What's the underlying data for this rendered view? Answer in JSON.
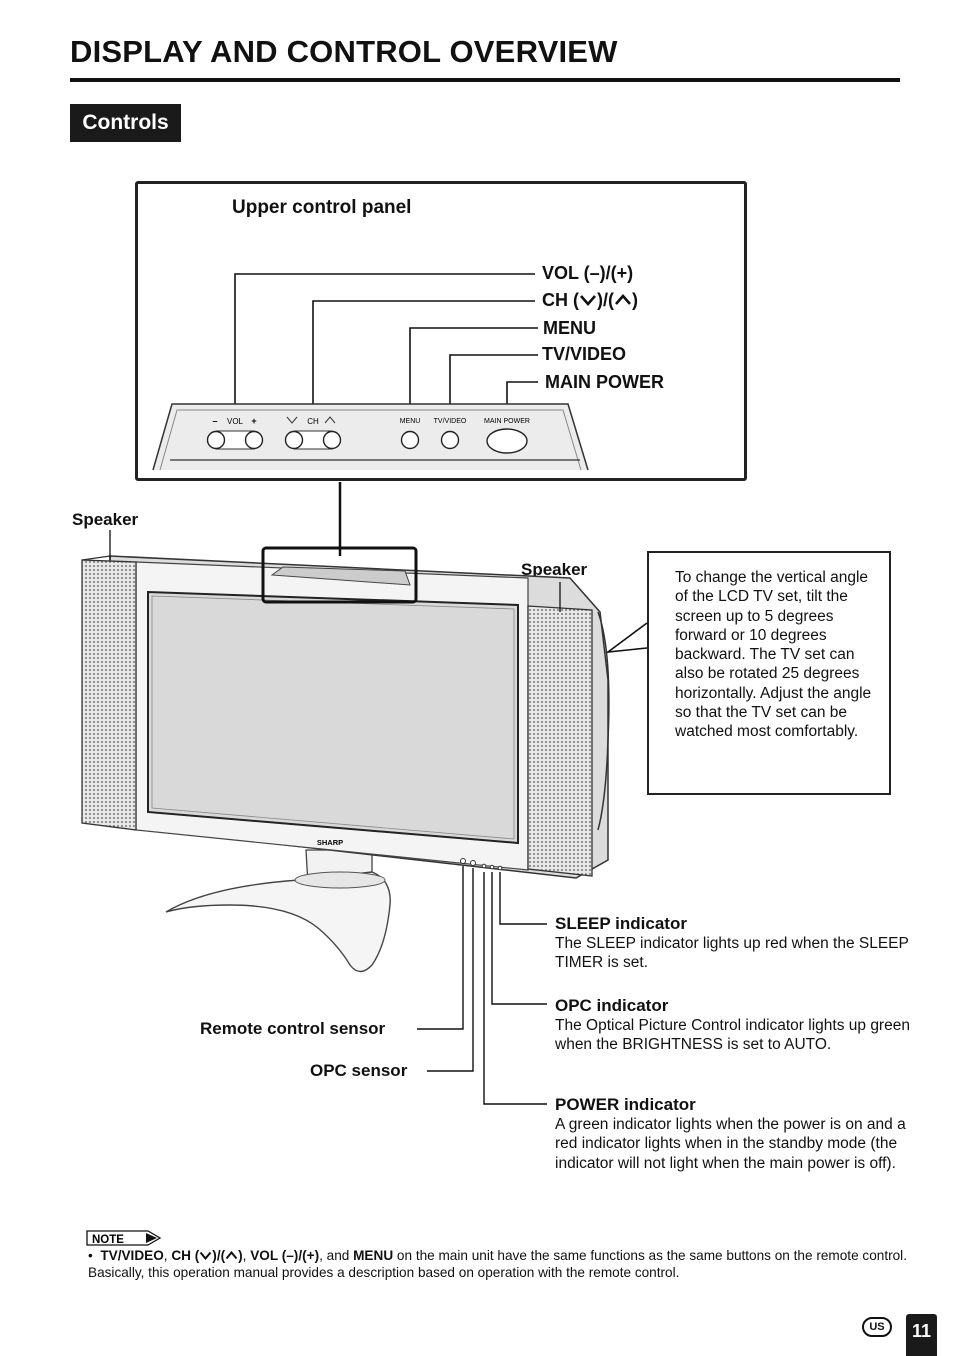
{
  "page": {
    "title": "DISPLAY AND CONTROL OVERVIEW",
    "section": "Controls",
    "page_number": "11",
    "region_badge": "US"
  },
  "upper_panel": {
    "heading": "Upper control panel",
    "labels": {
      "vol": "VOL (–)/(+)",
      "ch": "CH (",
      "ch_sep": ")/(",
      "ch_end": ")",
      "menu": "MENU",
      "tv_video": "TV/VIDEO",
      "main_power": "MAIN POWER"
    },
    "panel_print": {
      "vol": "VOL",
      "ch": "CH",
      "menu": "MENU",
      "tv_video": "TV/VIDEO",
      "main_power": "MAIN POWER",
      "minus": "–",
      "plus": "+"
    }
  },
  "tv": {
    "brand": "SHARP",
    "speaker_left": "Speaker",
    "speaker_right": "Speaker"
  },
  "callout": {
    "text": "To change the vertical angle of the LCD TV set, tilt the screen up to 5 degrees forward or 10 degrees backward. The TV set can also be rotated 25 degrees horizontally. Adjust the angle so that the TV set can be watched most comfortably."
  },
  "indicators": {
    "sleep": {
      "title": "SLEEP indicator",
      "text": "The SLEEP indicator lights up red when the SLEEP TIMER is set."
    },
    "opc": {
      "title": "OPC indicator",
      "text": "The Optical Picture Control indicator lights up green when the BRIGHTNESS is set to AUTO."
    },
    "power": {
      "title": "POWER indicator",
      "text": "A green indicator lights when the power is on and a red indicator lights when in the standby mode (the indicator will not light when the main power is off)."
    },
    "remote_sensor": "Remote control sensor",
    "opc_sensor": "OPC sensor"
  },
  "note": {
    "tag": "NOTE",
    "bullet": "•",
    "tv_video": "TV/VIDEO",
    "ch_open": "CH (",
    "ch_sep": ")/(",
    "ch_close": ")",
    "vol": "VOL (–)/(+)",
    "and": ", and ",
    "comma": ", ",
    "menu": "MENU",
    "rest": " on the main unit have the same functions as the same buttons on the remote control. Basically, this operation manual provides a description based on operation with the remote control."
  }
}
